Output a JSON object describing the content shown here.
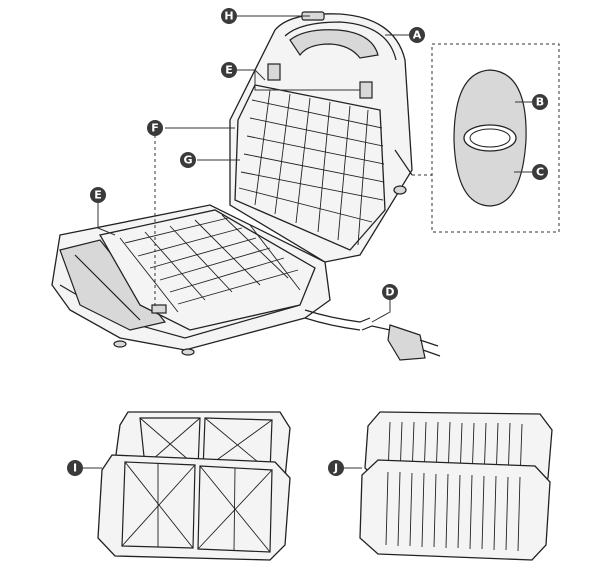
{
  "callouts": {
    "A": "A",
    "B": "B",
    "C": "C",
    "D": "D",
    "E_top": "E",
    "E_left": "E",
    "F": "F",
    "G": "G",
    "H": "H",
    "I": "I",
    "J": "J"
  }
}
